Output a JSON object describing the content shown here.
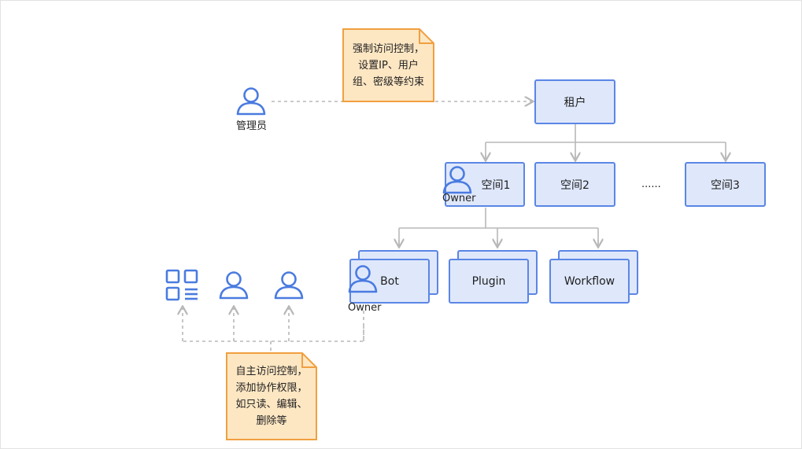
{
  "nodes": {
    "admin_label": "管理员",
    "tenant": "租户",
    "space1": "空间1",
    "space2": "空间2",
    "ellipsis": "......",
    "space3": "空间3",
    "owner1": "Owner",
    "bot": "Bot",
    "plugin": "Plugin",
    "workflow": "Workflow",
    "owner2": "Owner"
  },
  "notes": {
    "mandatory": "强制访问控制，设置IP、用户组、密级等约束",
    "discretionary": "自主访问控制，添加协作权限，如只读、编辑、删除等"
  },
  "icons": [
    "user-icon",
    "grid-apps-icon"
  ],
  "colors": {
    "box_fill": "#dfe8fb",
    "box_border": "#5b86e5",
    "note_fill": "#fde7c3",
    "note_border": "#f0a040",
    "connector": "#b8b8b8"
  }
}
